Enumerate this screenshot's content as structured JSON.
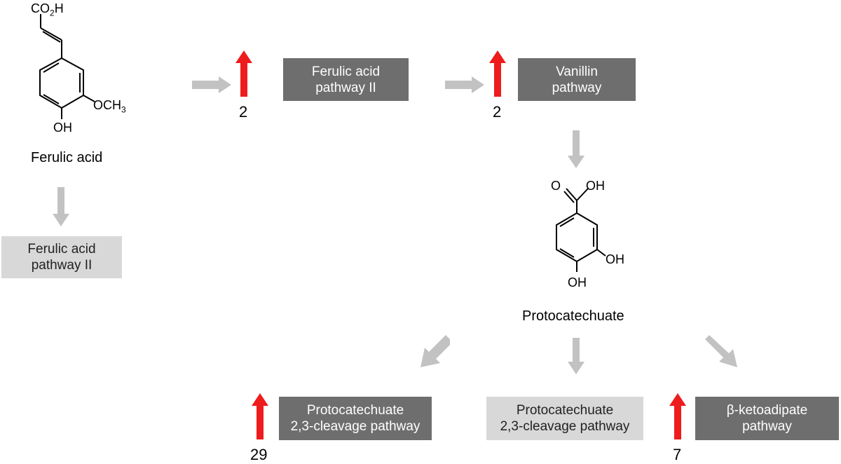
{
  "colors": {
    "flow_arrow": "#c2c2c2",
    "up_arrow": "#ee1c1c",
    "box_dark": "#6e6e6e",
    "box_light": "#d8d8d8"
  },
  "ferulic": {
    "formula_top_pre": "CO",
    "formula_top_sub": "2",
    "formula_top_post": "H",
    "och3_pre": "OCH",
    "och3_sub": "3",
    "oh": "OH",
    "name": "Ferulic acid"
  },
  "protocatechuate": {
    "o": "O",
    "oh_top": "OH",
    "oh_right": "OH",
    "oh_bottom": "OH",
    "name": "Protocatechuate"
  },
  "boxes": {
    "ferulic_left": {
      "line1": "Ferulic acid",
      "line2": "pathway II"
    },
    "ferulic_top": {
      "line1": "Ferulic acid",
      "line2": "pathway II"
    },
    "vanillin": {
      "line1": "Vanillin",
      "line2": "pathway"
    },
    "pca23_a": {
      "line1": "Protocatechuate",
      "line2": "2,3-cleavage pathway"
    },
    "pca23_b": {
      "line1": "Protocatechuate",
      "line2": "2,3-cleavage pathway"
    },
    "ketoadipate": {
      "line1": "β-ketoadipate",
      "line2": "pathway"
    }
  },
  "counts": {
    "ferulic": "2",
    "vanillin": "2",
    "pca23": "29",
    "ketoadipate": "7"
  },
  "icons": {
    "flow": "gray-block-arrow",
    "upregulated": "red-up-arrow"
  }
}
